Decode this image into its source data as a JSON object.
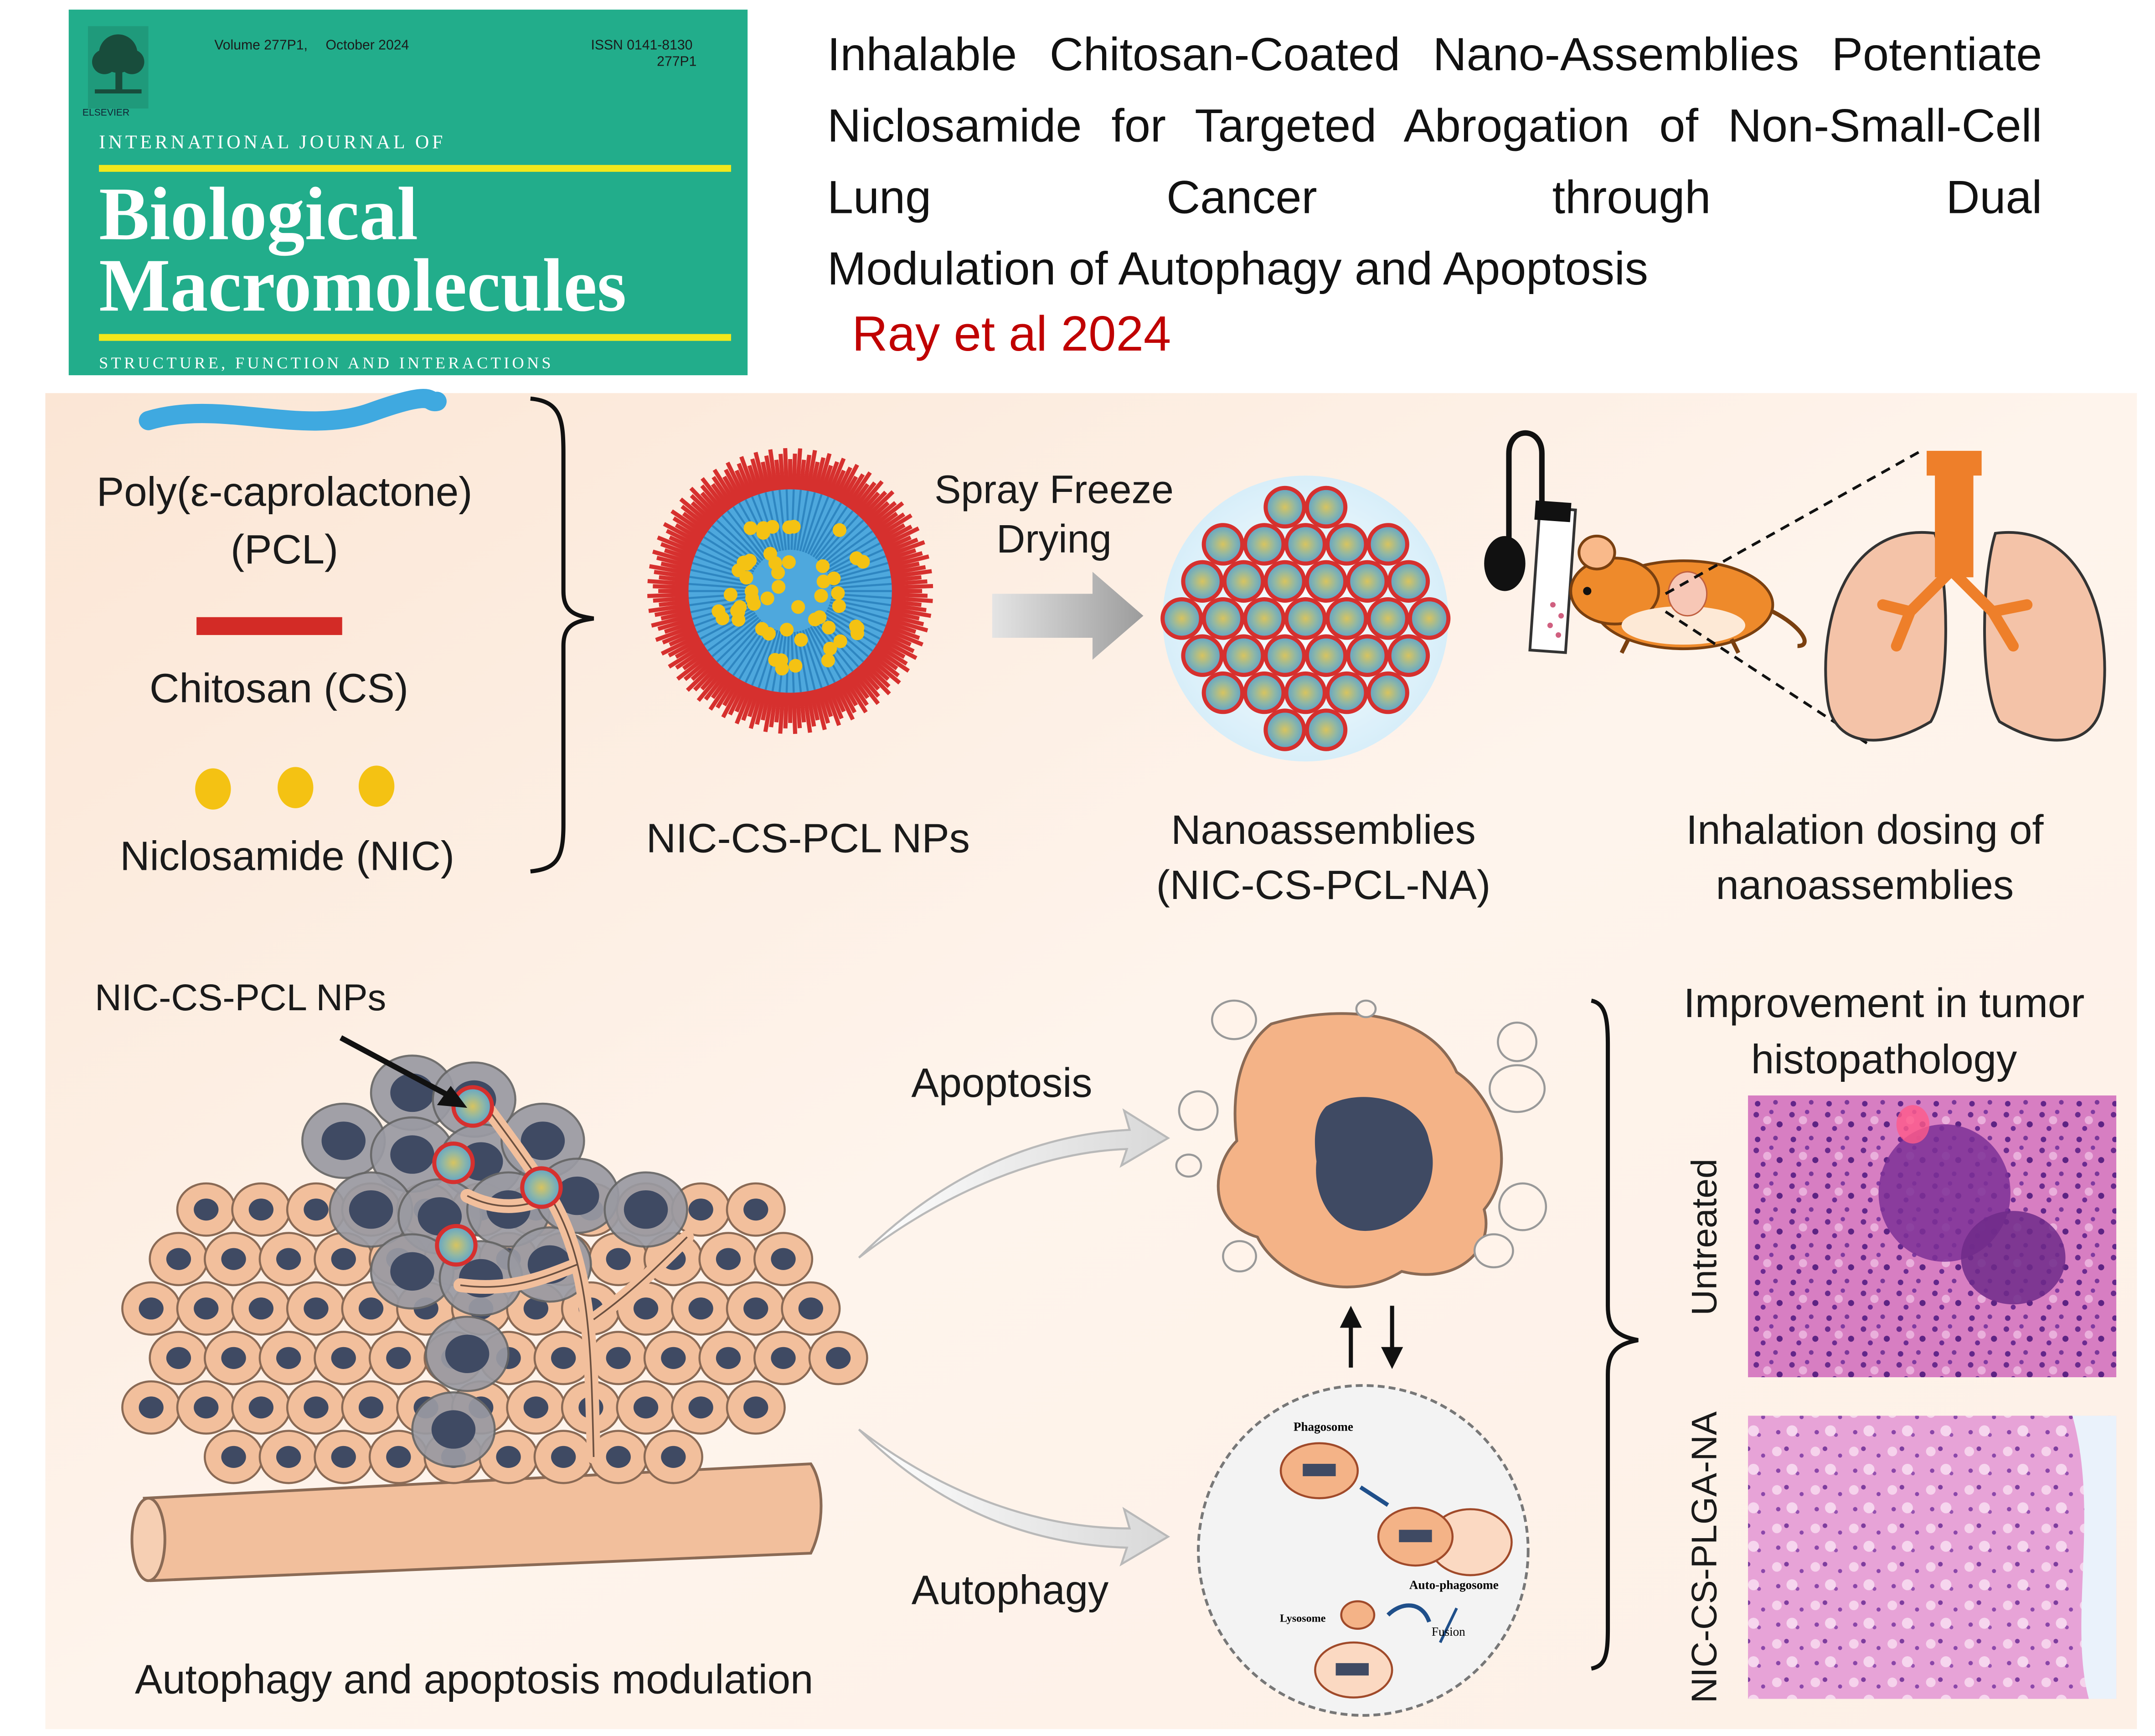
{
  "cover": {
    "volume": "Volume 277P1,",
    "date": "October 2024",
    "issn": "ISSN 0141-8130",
    "issue": "277P1",
    "publisher": "ELSEVIER",
    "journal_prefix": "INTERNATIONAL JOURNAL OF",
    "journal_title_1": "Biological",
    "journal_title_2": "Macromolecules",
    "journal_subtitle": "STRUCTURE, FUNCTION AND INTERACTIONS",
    "background_color": "#22ad8b",
    "accent_color": "#f2e81b"
  },
  "article": {
    "title_lines": [
      "Inhalable Chitosan-Coated Nano-Assemblies",
      "Potentiate Niclosamide for Targeted Abrogation of",
      "Non-Small-Cell Lung Cancer through Dual",
      "Modulation of Autophagy and Apoptosis"
    ],
    "authors": "Ray et al 2024",
    "author_color": "#c00000"
  },
  "components": {
    "pcl_line1": "Poly(ε-caprolactone)",
    "pcl_line2": "(PCL)",
    "cs": "Chitosan (CS)",
    "nic": "Niclosamide (NIC)"
  },
  "process": {
    "np_label": "NIC-CS-PCL NPs",
    "step_line1": "Spray Freeze",
    "step_line2": "Drying",
    "na_line1": "Nanoassemblies",
    "na_line2": "(NIC-CS-PCL-NA)",
    "dosing_line1": "Inhalation dosing of",
    "dosing_line2": "nanoassemblies"
  },
  "mechanism": {
    "np_pointer": "NIC-CS-PCL NPs",
    "apoptosis": "Apoptosis",
    "autophagy": "Autophagy",
    "modulation": "Autophagy and apoptosis modulation",
    "phagosome": "Phagosome",
    "autophagosome": "Auto-phagosome",
    "lysosome": "Lysosome",
    "fusion": "Fusion"
  },
  "histology": {
    "heading_line1": "Improvement in tumor",
    "heading_line2": "histopathology",
    "row1": "Untreated",
    "row2": "NIC-CS-PLGA-NA"
  },
  "colors": {
    "panel_bg": "#fdf1e8",
    "cell": "#f2bf9c",
    "nucleus": "#3f4a63",
    "np_red": "#d6302e",
    "np_blue": "#4ea8dd",
    "np_yellow": "#f4c213",
    "lung": "#f4c3a8",
    "trachea": "#ee7f2a"
  }
}
